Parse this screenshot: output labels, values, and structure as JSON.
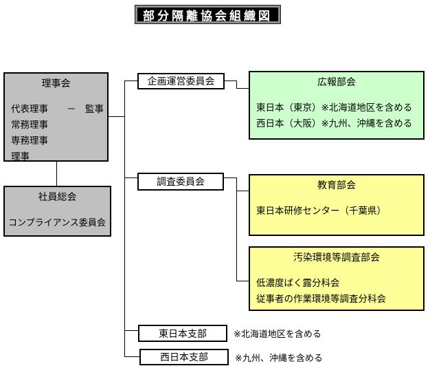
{
  "title": "部分隔離協会組織図",
  "org": {
    "board": {
      "title": "理事会",
      "items": [
        "代表理事　　－　監事",
        "常務理事",
        "専務理事",
        "理事"
      ]
    },
    "general_meeting": {
      "title": "社員総会",
      "items": [
        "コンプライアンス委員会"
      ]
    },
    "planning_committee": {
      "title": "企画運営委員会"
    },
    "survey_committee": {
      "title": "調査委員会"
    },
    "east_branch": {
      "title": "東日本支部",
      "note": "※北海道地区を含める"
    },
    "west_branch": {
      "title": "西日本支部",
      "note": "※九州、沖縄を含める"
    },
    "pr_subcommittee": {
      "title": "広報部会",
      "items": [
        "東日本（東京）※北海道地区を含める",
        "西日本（大阪）※九州、沖縄を含める"
      ]
    },
    "education_subcommittee": {
      "title": "教育部会",
      "items": [
        "東日本研修センター（千葉県）"
      ]
    },
    "pollution_survey_subcommittee": {
      "title": "汚染環境等調査部会",
      "items": [
        "低濃度ばく露分科会",
        "従事者の作業環境等調査分科会"
      ]
    }
  },
  "colors": {
    "box_gray": "#c0c0c0",
    "box_green": "#ccffcc",
    "box_yellow": "#ffff99",
    "title_bg": "#000000",
    "title_fg": "#ffffff",
    "line": "#000000"
  }
}
